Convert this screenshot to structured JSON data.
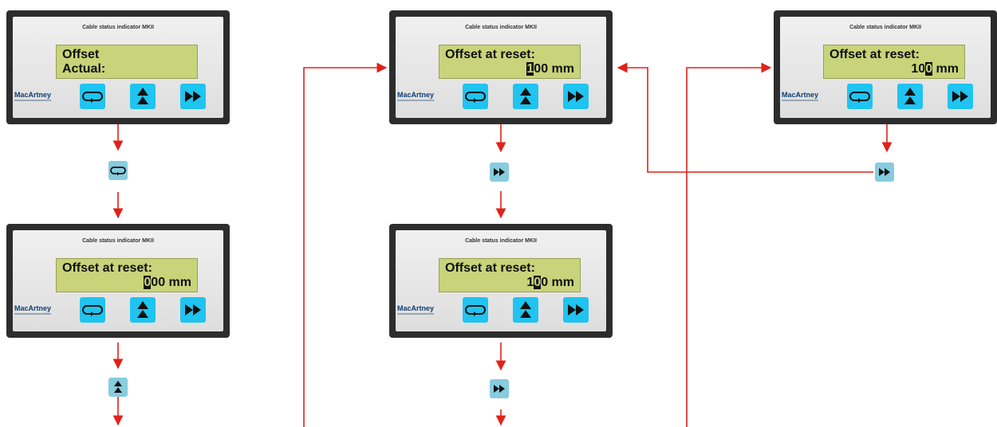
{
  "colors": {
    "arrow": "#e0221b",
    "bezel": "#2d2d2d",
    "lcd": "#c8d37a",
    "key": "#1fc4f0",
    "step_key": "#87ccdf",
    "brand": "#0d3f73"
  },
  "device_title": "Cable status indicator MKII",
  "brand": "MacArtney",
  "keys": [
    "enter-icon",
    "up-icon",
    "next-icon"
  ],
  "screens": [
    {
      "id": "offset-actual",
      "line1": "Offset",
      "line2_before": "Actual:",
      "line2_cursor": "",
      "line2_after": "",
      "line2_align": "left"
    },
    {
      "id": "reset-000",
      "line1": "Offset at reset:",
      "line2_before": "",
      "line2_cursor": "0",
      "line2_after": "00 mm",
      "line2_align": "right"
    },
    {
      "id": "reset-100-first",
      "line1": "Offset at reset:",
      "line2_before": "",
      "line2_cursor": "1",
      "line2_after": "00 mm",
      "line2_align": "right"
    },
    {
      "id": "reset-100-second",
      "line1": "Offset at reset:",
      "line2_before": "1",
      "line2_cursor": "0",
      "line2_after": "0 mm",
      "line2_align": "right"
    },
    {
      "id": "reset-100-third",
      "line1": "Offset at reset:",
      "line2_before": "10",
      "line2_cursor": "0",
      "line2_after": " mm",
      "line2_align": "right"
    }
  ],
  "step_keys": [
    "enter-icon",
    "up-icon",
    "next-icon",
    "next-icon",
    "next-icon"
  ]
}
